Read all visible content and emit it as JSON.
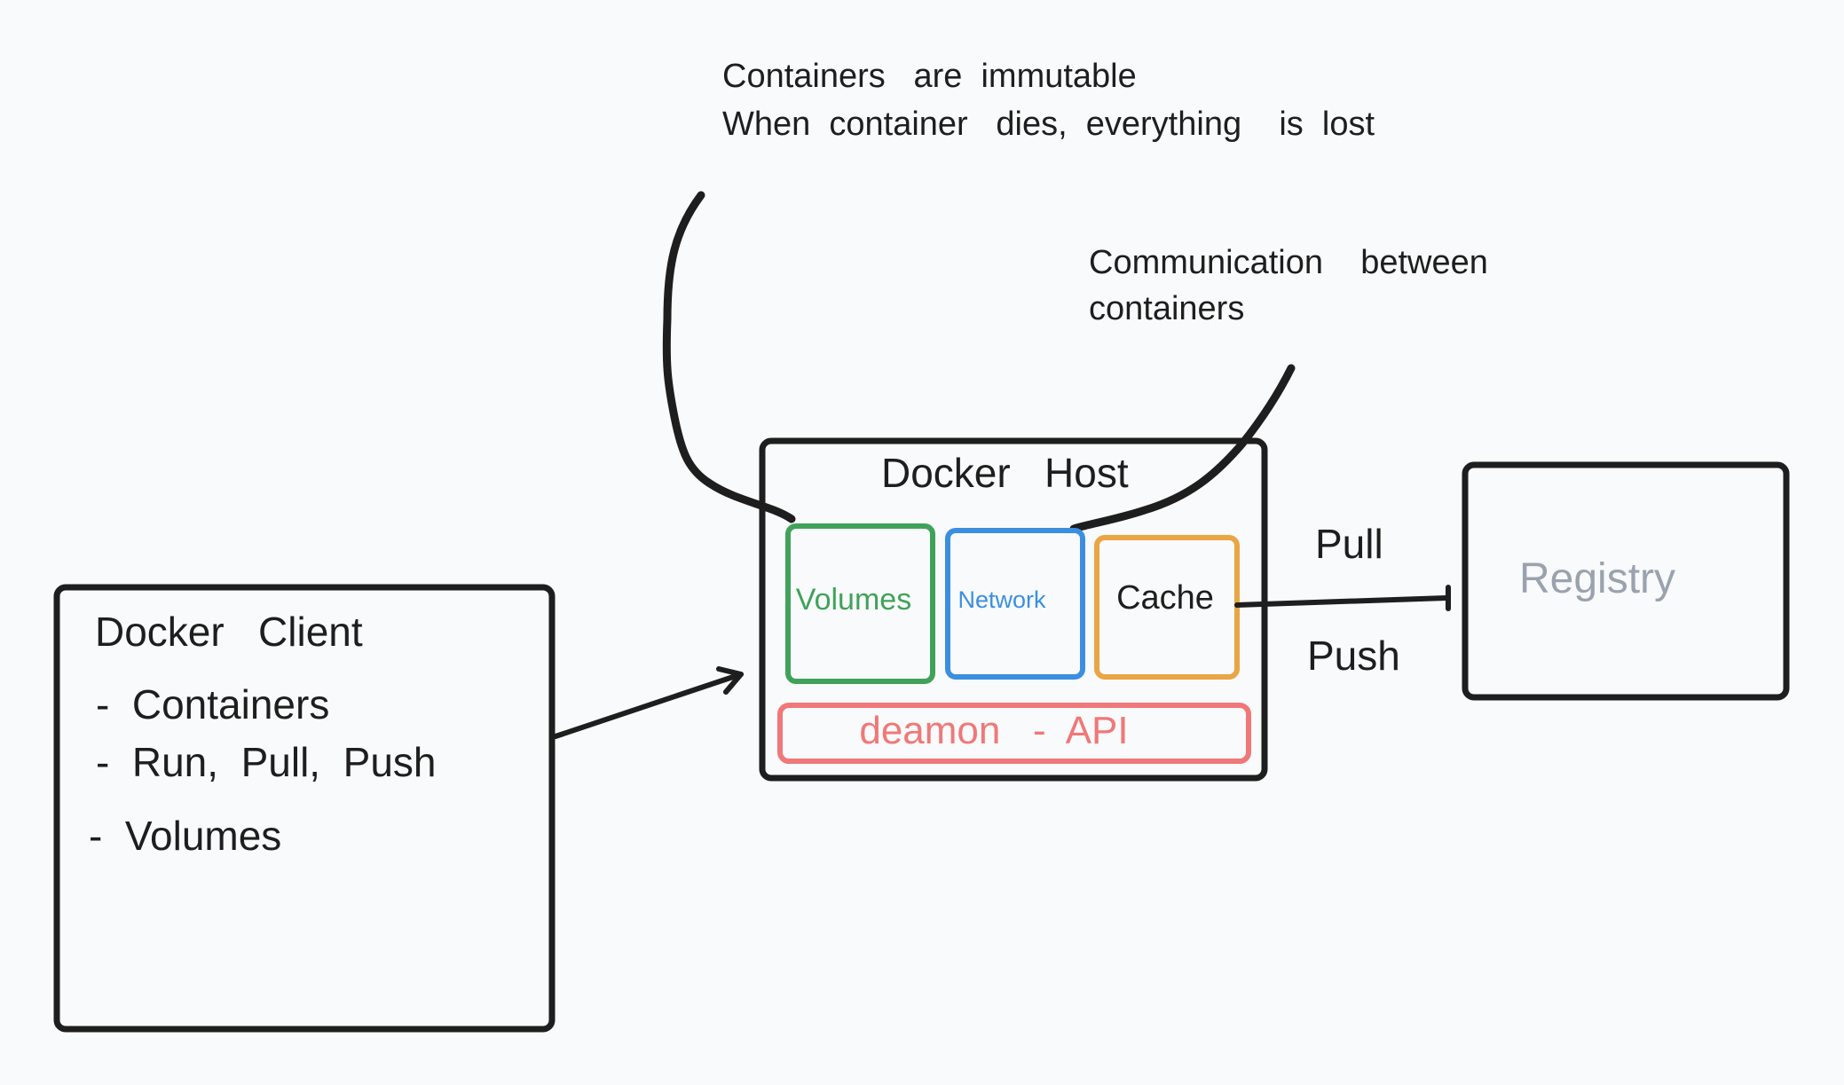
{
  "note_immutable": {
    "line1": "Containers   are  immutable",
    "line2": "When  container   dies,  everything    is  lost"
  },
  "note_communication": {
    "line1": "Communication    between",
    "line2": "containers"
  },
  "docker_host": {
    "title": "Docker   Host",
    "volumes": "Volumes",
    "network": "Network",
    "cache": "Cache",
    "daemon": "deamon   -  API"
  },
  "docker_client": {
    "title": "Docker   Client",
    "items": [
      "-  Containers",
      "-  Run,  Pull,  Push",
      "-  Volumes"
    ]
  },
  "registry": {
    "title": "Registry"
  },
  "arrow_labels": {
    "pull": "Pull",
    "push": "Push"
  },
  "colors": {
    "ink": "#1e1e1e",
    "volumes": "#40a25a",
    "network": "#3b8fe0",
    "cache": "#eaa544",
    "daemon": "#f07878",
    "registry_text": "#9aa3ad",
    "background": "#f9fafb"
  }
}
